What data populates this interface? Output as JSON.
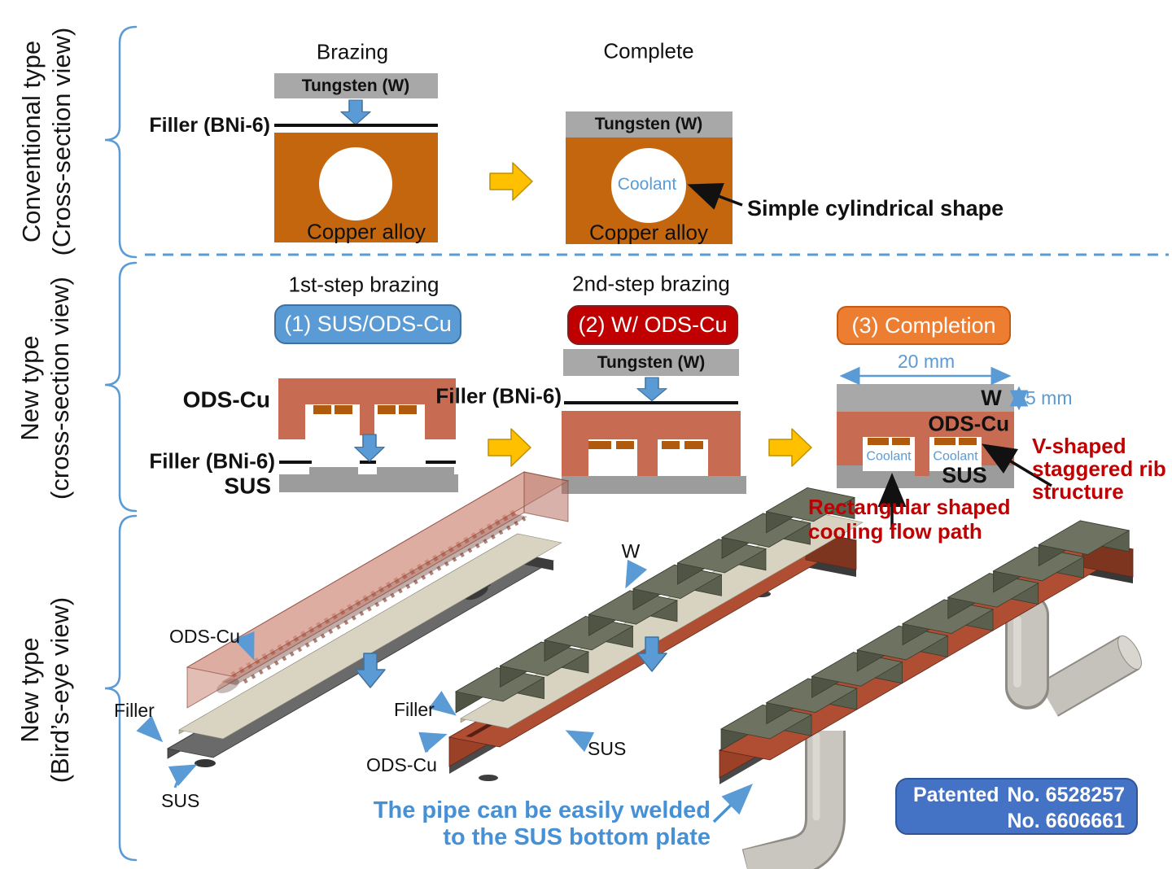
{
  "colors": {
    "accent_blue": "#5B9BD5",
    "arrow_border_blue": "#41719C",
    "badge_red": "#C00000",
    "badge_orange": "#ED7D31",
    "patent_blue": "#4472C4",
    "copper_orange": "#C4660E",
    "ods_cu_salmon": "#C76B52",
    "rib_orange": "#B05A0D",
    "sus_gray": "#9C9C9C",
    "tungsten_gray": "#A8A8A8",
    "red_text": "#C00000",
    "yellow_arrow": "#FFC000"
  },
  "conventional": {
    "side_label_line1": "Conventional type",
    "side_label_line2": "(Cross-section view)",
    "brazing_title": "Brazing",
    "complete_title": "Complete",
    "tungsten_label_1": "Tungsten (W)",
    "tungsten_label_2": "Tungsten (W)",
    "filler_label": "Filler (BNi-6)",
    "copper_label_1": "Copper alloy",
    "copper_label_2": "Copper alloy",
    "coolant_label": "Coolant",
    "shape_note": "Simple cylindrical shape"
  },
  "new_cross_section": {
    "side_label_line1": "New type",
    "side_label_line2": "(cross-section view)",
    "step1_title": "1st-step brazing",
    "step2_title": "2nd-step brazing",
    "badge_1": "(1) SUS/ODS-Cu",
    "badge_2": "(2) W/ ODS-Cu",
    "badge_3": "(3) Completion",
    "ods_cu_label": "ODS-Cu",
    "filler_label_1": "Filler (BNi-6)",
    "sus_label_1": "SUS",
    "tungsten_label": "Tungsten (W)",
    "filler_label_2": "Filler (BNi-6)",
    "dim_width": "20 mm",
    "dim_height": "5 mm",
    "w_label": "W",
    "ods_cu_label_3": "ODS-Cu",
    "sus_label_3": "SUS",
    "coolant_left": "Coolant",
    "coolant_right": "Coolant",
    "rib_note_line1": "V-shaped",
    "rib_note_line2": "staggered rib",
    "rib_note_line3": "structure",
    "path_note_line1": "Rectangular shaped",
    "path_note_line2": "cooling flow path"
  },
  "birdseye": {
    "side_label_line1": "New type",
    "side_label_line2": "(Bird’s-eye view)",
    "ods_cu_label_left": "ODS-Cu",
    "filler_label_left": "Filler",
    "sus_label_left": "SUS",
    "w_label": "W",
    "filler_label_mid": "Filler",
    "ods_cu_label_mid": "ODS-Cu",
    "sus_label_mid": "SUS",
    "pipe_note_line1": "The pipe can be easily welded",
    "pipe_note_line2": "to the SUS bottom plate",
    "patent_label": "Patented",
    "patent_no_1": "No. 6528257",
    "patent_no_2": "No. 6606661"
  }
}
